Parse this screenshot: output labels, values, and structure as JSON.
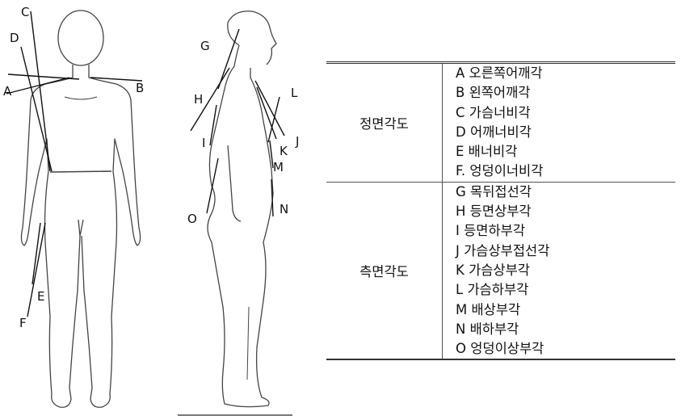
{
  "front_labels": [
    {
      "id": "c",
      "text": "C"
    },
    {
      "id": "d",
      "text": "D"
    },
    {
      "id": "a",
      "text": "A"
    },
    {
      "id": "b",
      "text": "B"
    },
    {
      "id": "e",
      "text": "E"
    },
    {
      "id": "f",
      "text": "F"
    }
  ],
  "side_labels": [
    {
      "id": "g",
      "text": "G"
    },
    {
      "id": "h",
      "text": "H"
    },
    {
      "id": "i",
      "text": "I"
    },
    {
      "id": "l",
      "text": "L"
    },
    {
      "id": "k",
      "text": "K"
    },
    {
      "id": "j",
      "text": "J"
    },
    {
      "id": "m",
      "text": "M"
    },
    {
      "id": "n",
      "text": "N"
    },
    {
      "id": "o",
      "text": "O"
    }
  ],
  "table": {
    "groups": [
      {
        "category": "정면각도",
        "items": [
          "A 오른쪽어깨각",
          "B 왼쪽어깨각",
          "C 가슴너비각",
          "D 어깨너비각",
          "E 배너비각",
          "F. 엉덩이너비각"
        ]
      },
      {
        "category": "측면각도",
        "items": [
          "G 목뒤접선각",
          "H 등면상부각",
          "I 등면하부각",
          "J 가슴상부접선각",
          "K 가슴상부각",
          "L 가슴하부각",
          "M 배상부각",
          "N 배하부각",
          "O 엉덩이상부각"
        ]
      }
    ]
  }
}
